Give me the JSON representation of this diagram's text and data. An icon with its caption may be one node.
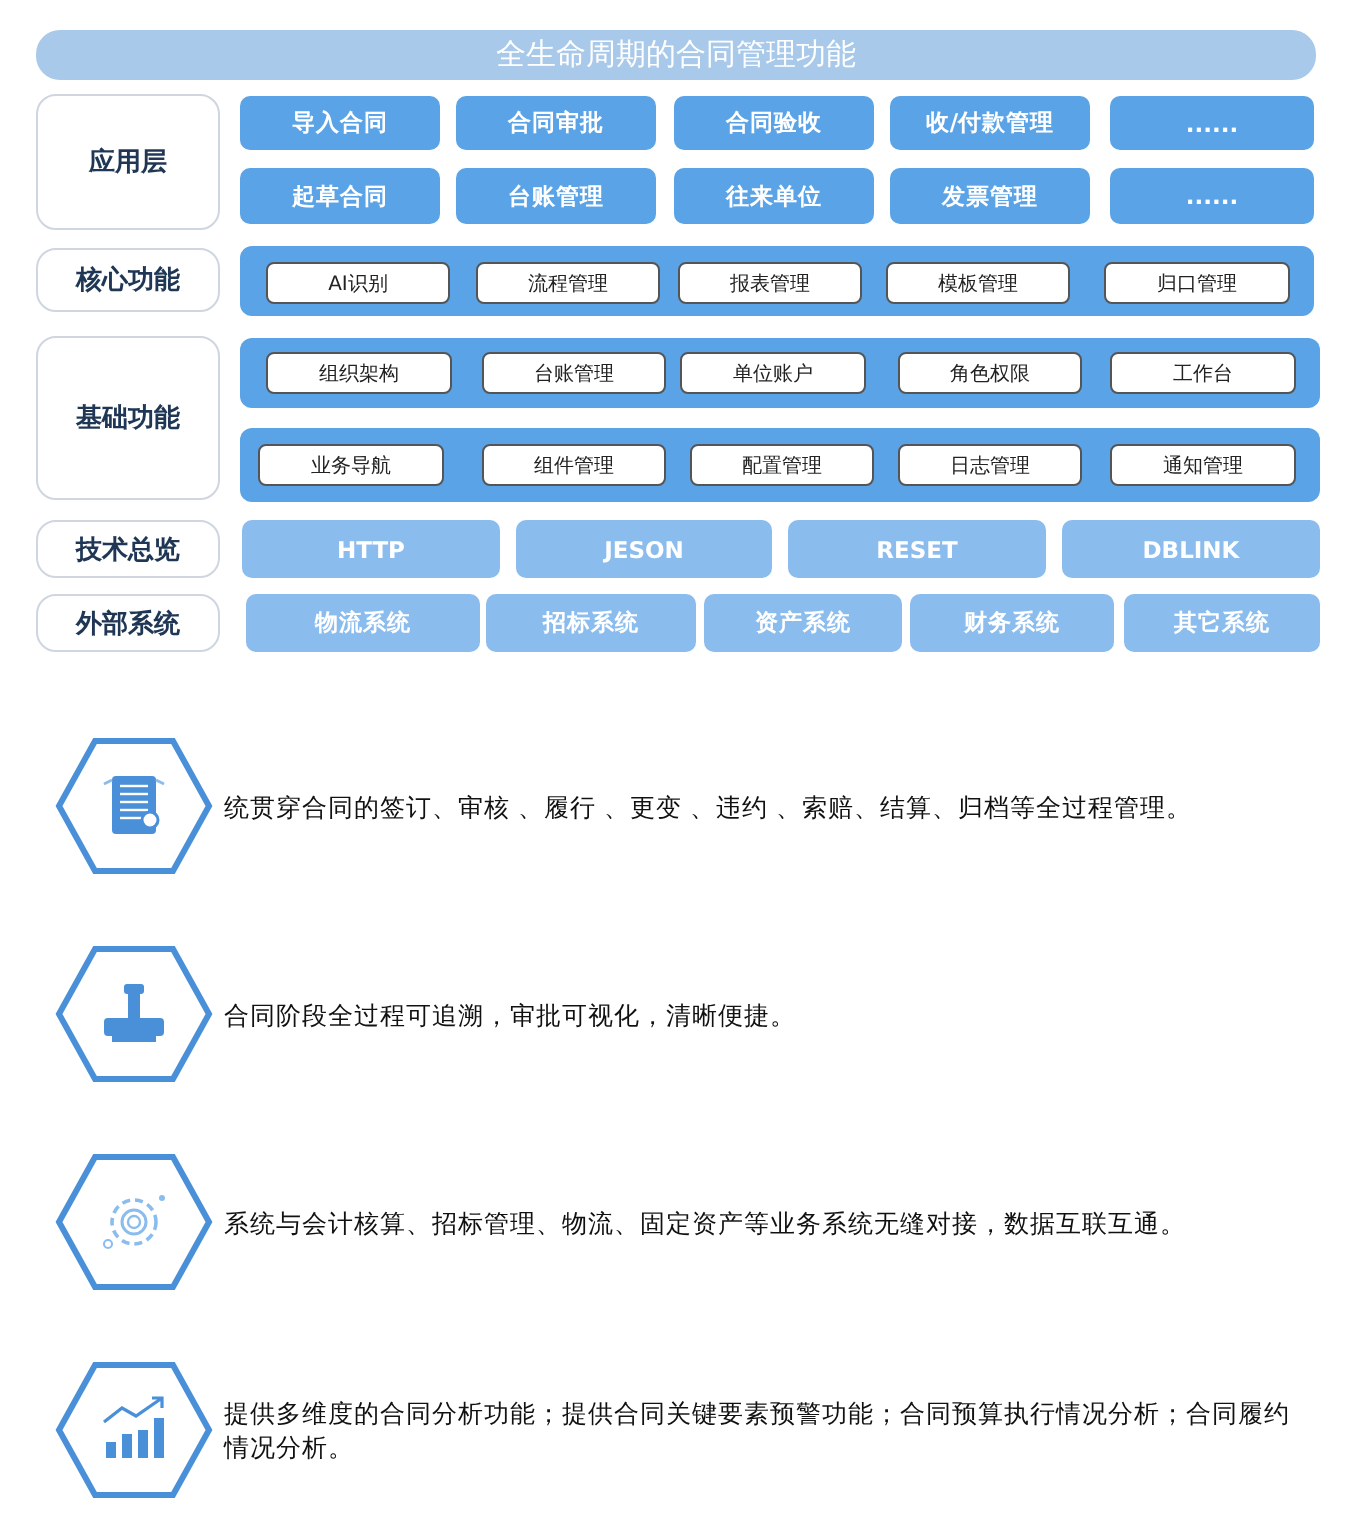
{
  "diagram": {
    "title": "全生命周期的合同管理功能",
    "nodes": [
      {
        "text": [
          "应用层"
        ]
      },
      {
        "text": [
          "导入合同"
        ]
      },
      {
        "text": [
          "合同审批"
        ]
      },
      {
        "text": [
          "合同验收"
        ]
      },
      {
        "text": [
          "收/付款管理"
        ]
      },
      {
        "text": [
          "......"
        ]
      },
      {
        "text": [
          "起草合同"
        ]
      },
      {
        "text": [
          "台账管理"
        ]
      },
      {
        "text": [
          "往来单位"
        ]
      },
      {
        "text": [
          "发票管理"
        ]
      },
      {
        "text": [
          "......"
        ]
      },
      {
        "text": [
          "核心功能"
        ]
      },
      {
        "text": [],
        "shape": "box"
      },
      {
        "text": [
          "AI识别"
        ],
        "in": 12
      },
      {
        "text": [
          "流程管理"
        ],
        "in": 12
      },
      {
        "text": [
          "报表管理"
        ],
        "in": 12
      },
      {
        "text": [
          "模板管理"
        ],
        "in": 12
      },
      {
        "text": [
          "归口管理"
        ],
        "in": 12
      },
      {
        "text": [
          "基础功能"
        ]
      },
      {
        "text": [],
        "shape": "box"
      },
      {
        "text": [
          "组织架构"
        ],
        "in": 19
      },
      {
        "text": [
          "台账管理"
        ],
        "in": 19
      },
      {
        "text": [
          "单位账户"
        ],
        "in": 19
      },
      {
        "text": [
          "角色权限"
        ],
        "in": 19
      },
      {
        "text": [
          "工作台"
        ],
        "in": 19
      },
      {
        "text": [],
        "shape": "box"
      },
      {
        "text": [
          "业务导航"
        ],
        "in": 25
      },
      {
        "text": [
          "组件管理"
        ],
        "in": 25
      },
      {
        "text": [
          "配置管理"
        ],
        "in": 25
      },
      {
        "text": [
          "日志管理"
        ],
        "in": 25
      },
      {
        "text": [
          "通知管理"
        ],
        "in": 25
      },
      {
        "text": [
          "技术总览"
        ]
      },
      {
        "text": [
          "HTTP"
        ]
      },
      {
        "text": [
          "JESON"
        ]
      },
      {
        "text": [
          "RESET"
        ]
      },
      {
        "text": [
          "DBLINK"
        ]
      },
      {
        "text": [
          "外部系统"
        ]
      },
      {
        "text": [
          "物流系统"
        ]
      },
      {
        "text": [
          "招标系统"
        ]
      },
      {
        "text": [
          "资产系统"
        ]
      },
      {
        "text": [
          "财务系统"
        ]
      },
      {
        "text": [
          "其它系统"
        ]
      },
      {
        "text": [],
        "shape": "hexagon",
        "beside": [
          "统贯穿合同的签订、审核 、履行 、更变 、违约 、索赔、结算、归档等全过程管理。"
        ]
      },
      {
        "text": [],
        "shape": "hexagon",
        "beside": [
          "合同阶段全过程可追溯，审批可视化，清晰便捷。"
        ]
      },
      {
        "text": [],
        "shape": "hexagon",
        "beside": [
          "系统与会计核算、招标管理、物流、固定资产等业务系统无缝对接，数据互联互通。"
        ]
      },
      {
        "text": [],
        "shape": "hexagon",
        "beside": [
          "提供多维度的合同分析功能；提供合同关键要素预警功能；合同预算执行情况分析；合同履约情况分析。"
        ]
      }
    ],
    "edges": []
  }
}
